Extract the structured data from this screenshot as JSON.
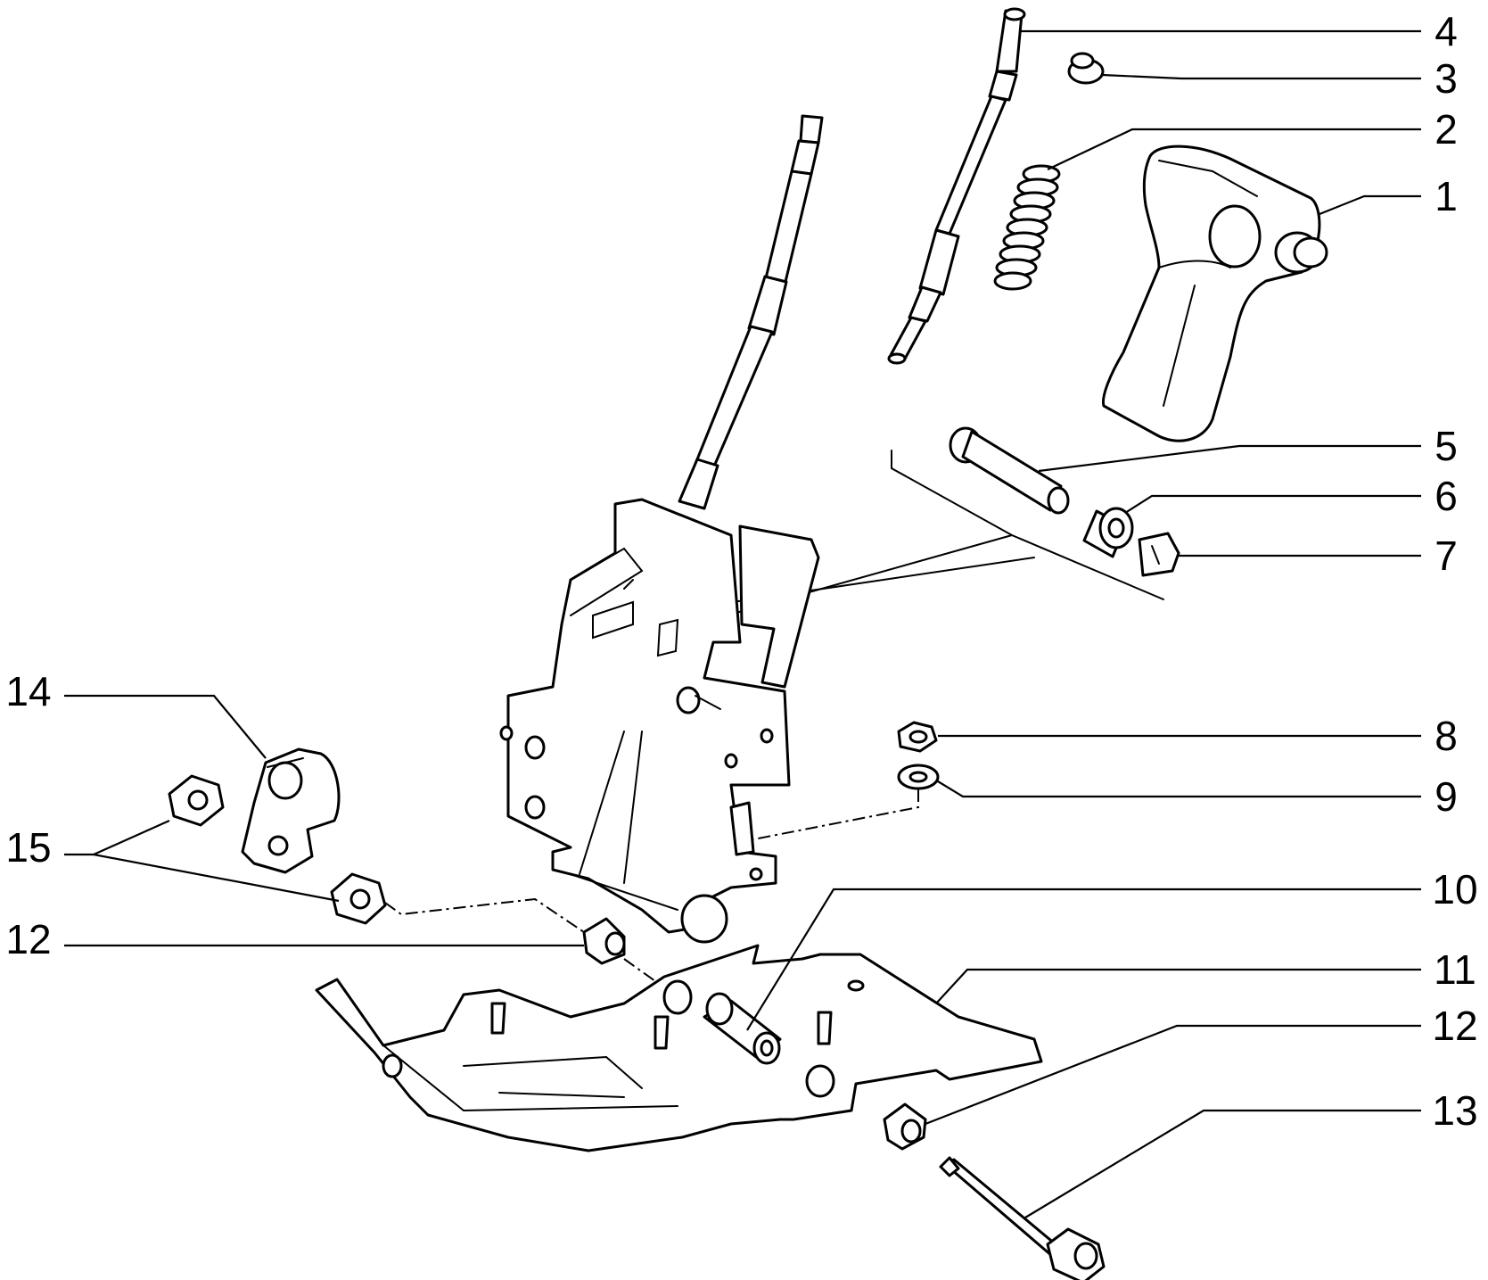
{
  "callouts": [
    {
      "id": "1",
      "label": "1"
    },
    {
      "id": "2",
      "label": "2"
    },
    {
      "id": "3",
      "label": "3"
    },
    {
      "id": "4",
      "label": "4"
    },
    {
      "id": "5",
      "label": "5"
    },
    {
      "id": "6",
      "label": "6"
    },
    {
      "id": "7",
      "label": "7"
    },
    {
      "id": "8",
      "label": "8"
    },
    {
      "id": "9",
      "label": "9"
    },
    {
      "id": "10",
      "label": "10"
    },
    {
      "id": "11",
      "label": "11"
    },
    {
      "id": "12a",
      "label": "12"
    },
    {
      "id": "12b",
      "label": "12"
    },
    {
      "id": "13",
      "label": "13"
    },
    {
      "id": "14",
      "label": "14"
    },
    {
      "id": "15",
      "label": "15"
    }
  ]
}
